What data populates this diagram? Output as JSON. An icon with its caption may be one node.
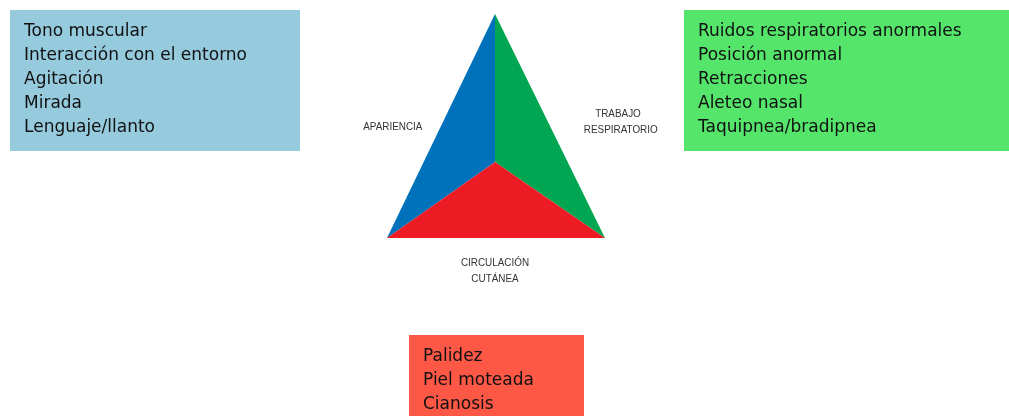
{
  "diagram": {
    "nodes": [
      {
        "text": [
          "Tono muscular",
          "Interacción con el entorno",
          "Agitación",
          "Mirada",
          "Lenguaje/llanto"
        ]
      },
      {
        "text": [
          "Ruidos respiratorios anormales",
          "Posición anormal",
          "Retracciones",
          "Aleteo nasal",
          "Taquipnea/bradipnea"
        ]
      },
      {
        "text": [
          "Palidez",
          "Piel moteada",
          "Cianosis"
        ]
      }
    ],
    "labels": [
      "APARIENCIA",
      "TRABAJO RESPIRATORIO",
      "CIRCULACIÓN CUTÁNEA"
    ]
  }
}
